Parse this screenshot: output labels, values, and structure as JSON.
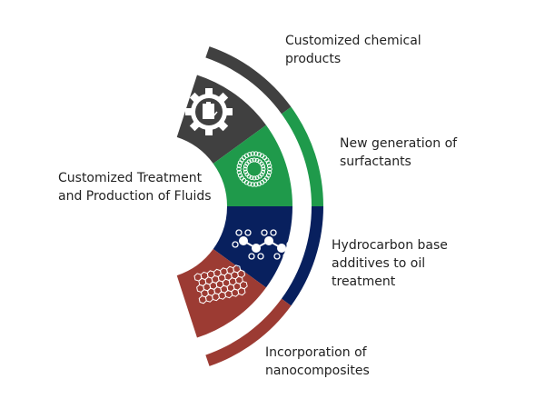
{
  "center_label": "Customized Treatment\nand Production of Fluids",
  "segments": [
    {
      "label": "Customized chemical\nproducts",
      "color": "#404040",
      "icon": "gear-clipboard-icon"
    },
    {
      "label": "New generation of\nsurfactants",
      "color": "#1f9a4b",
      "icon": "micelle-icon"
    },
    {
      "label": "Hydrocarbon base\nadditives to oil\ntreatment",
      "color": "#08205e",
      "icon": "molecule-chain-icon"
    },
    {
      "label": "Incorporation of\nnanocomposites",
      "color": "#9c3b33",
      "icon": "graphene-lattice-icon"
    }
  ]
}
